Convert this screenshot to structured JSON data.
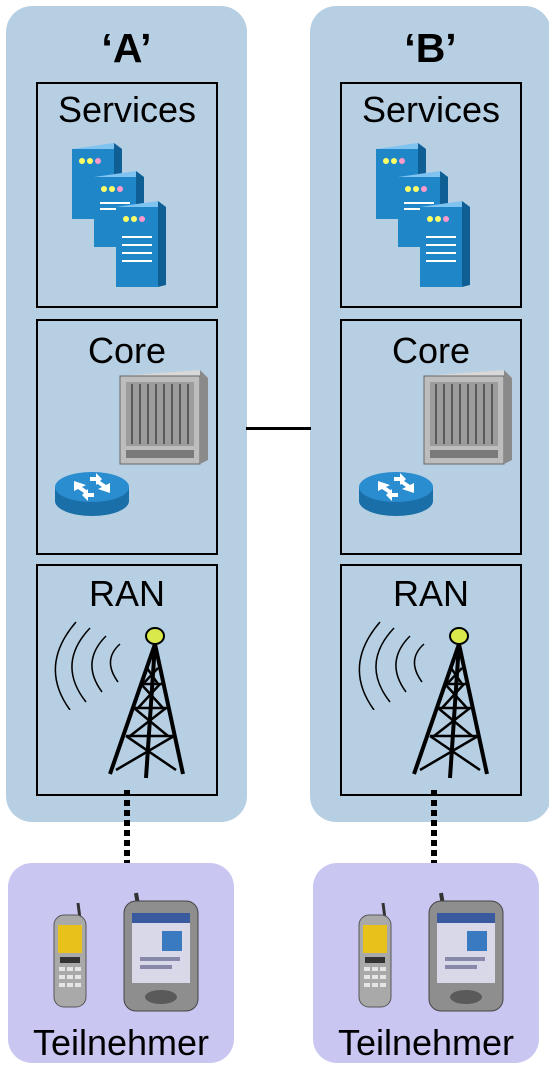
{
  "columns": [
    {
      "title": "‘A’",
      "layers": {
        "services": "Services",
        "core": "Core",
        "ran": "RAN"
      },
      "subscriber": "Teilnehmer"
    },
    {
      "title": "‘B’",
      "layers": {
        "services": "Services",
        "core": "Core",
        "ran": "RAN"
      },
      "subscriber": "Teilnehmer"
    }
  ],
  "colors": {
    "network_panel": "#b7cfe3",
    "subscriber_panel": "#c9c7f2",
    "server": "#1f86c8",
    "router": "#2a8dd0",
    "tower_light": "#d9e84a"
  },
  "icons": [
    "servers-icon",
    "rack-icon",
    "router-icon",
    "signal-waves-icon",
    "tower-icon",
    "mobile-phone-icon",
    "pda-icon"
  ]
}
